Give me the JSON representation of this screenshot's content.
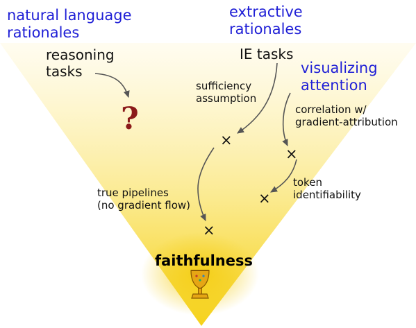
{
  "categories": {
    "natural_language": "natural language\nrationales",
    "extractive": "extractive\nrationales",
    "attention": "visualizing\nattention"
  },
  "tasks": {
    "reasoning": "reasoning\ntasks",
    "ie": "IE tasks"
  },
  "unknown_mark": "?",
  "edges": {
    "sufficiency": "sufficiency\nassumption",
    "correlation": "correlation w/\ngradient-attribution",
    "token": "token\nidentifiability",
    "pipelines": "true pipelines\n(no gradient flow)"
  },
  "cross_symbol": "×",
  "goal": "faithfulness",
  "colors": {
    "category": "#1f1fd6",
    "question": "#8b1a1a",
    "funnel_top": "#fffbea",
    "funnel_bottom": "#f6d21a"
  },
  "icons": {
    "goal_icon": "trophy-grail-icon"
  }
}
